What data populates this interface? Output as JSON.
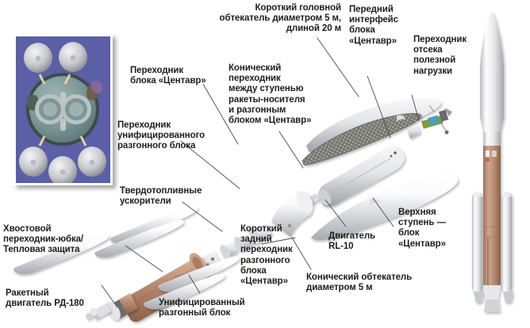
{
  "figure": {
    "kind": "exploded-technical-diagram",
    "subject": "Atlas V launch vehicle exploded view with Centaur upper stage",
    "language": "ru"
  },
  "labels": [
    {
      "id": "short-payload-fairing",
      "text": "Короткий головной\nобтекатель диаметром 5 м,\nдлиной 20 м",
      "align": "right"
    },
    {
      "id": "centaur-adapter",
      "text": "Переходник\nблока «Центавр»",
      "align": "left"
    },
    {
      "id": "conical-interstage-adapter",
      "text": "Конический\nпереходник\nмежду ступенью\nракеты-носителя\nи разгонным\nблоком «Центавр»",
      "align": "left"
    },
    {
      "id": "centaur-forward-interface",
      "text": "Передний\nинтерфейс\nблока\n«Центавр»",
      "align": "left"
    },
    {
      "id": "payload-bay-adapter",
      "text": "Переходник\nотсека\nполезной\nнагрузки",
      "align": "left"
    },
    {
      "id": "unified-upper-stage-adapter",
      "text": "Переходник\nунифицированного\nразгонного блока",
      "align": "left"
    },
    {
      "id": "solid-rocket-boosters",
      "text": "Твердотопливные\nускорители",
      "align": "left"
    },
    {
      "id": "aft-skirt-adapter-thermal-protection",
      "text": "Хвостовой\nпереходник-юбка/\nТепловая защита",
      "align": "left"
    },
    {
      "id": "rd-180-engine",
      "text": "Ракетный\nдвигатель РД-180",
      "align": "left"
    },
    {
      "id": "short-aft-adapter-centaur",
      "text": "Короткий\nзадний\nпереходник\nразгонного\nблока\n«Центавр»",
      "align": "left"
    },
    {
      "id": "unified-upper-stage",
      "text": "Унифицированный\nразгонный блок",
      "align": "left"
    },
    {
      "id": "rl-10-engine",
      "text": "Двигатель\nRL-10",
      "align": "left"
    },
    {
      "id": "upper-stage-centaur",
      "text": "Верхняя\nступень —\nблок\n«Центавр»",
      "align": "left"
    },
    {
      "id": "conical-fairing-5m",
      "text": "Конический обтекатель\nдиаметром 5 м",
      "align": "left"
    }
  ],
  "inset": {
    "id": "engine-cluster-bottom-view",
    "background_color": "#5a5fa6",
    "boosters_count": 5,
    "core_nozzles_count": 2
  },
  "vehicle": {
    "id": "assembled-launch-vehicle",
    "fairing_color": "#e9eaee",
    "core_color": "#b98f78",
    "booster_color": "#e2e3e7"
  },
  "colors": {
    "text": "#1d1d1b",
    "leader_line": "#4a4a4a",
    "metal_light": "#f2f2f4",
    "metal_mid": "#d8d9dd",
    "metal_dark": "#9a9ba1",
    "copper": "#b68a72",
    "copper_dark": "#8d6752",
    "fairing_hatch": "#6f7069",
    "background": "#ffffff"
  }
}
